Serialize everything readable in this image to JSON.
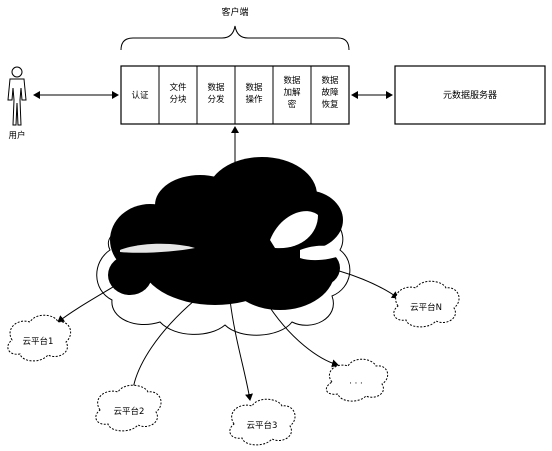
{
  "client": {
    "title": "客户端",
    "modules": [
      {
        "lines": [
          "认证"
        ]
      },
      {
        "lines": [
          "文件",
          "分块"
        ]
      },
      {
        "lines": [
          "数据",
          "分发"
        ]
      },
      {
        "lines": [
          "数据",
          "操作"
        ]
      },
      {
        "lines": [
          "数据",
          "加解",
          "密"
        ]
      },
      {
        "lines": [
          "数据",
          "故障",
          "恢复"
        ]
      }
    ]
  },
  "metadata_server": {
    "label": "元数据服务器"
  },
  "user": {
    "label": "用户"
  },
  "clouds": {
    "platform_1": "云平台1",
    "platform_2": "云平台2",
    "platform_3": "云平台3",
    "platform_n": "云平台N",
    "ellipsis": "· · ·"
  }
}
